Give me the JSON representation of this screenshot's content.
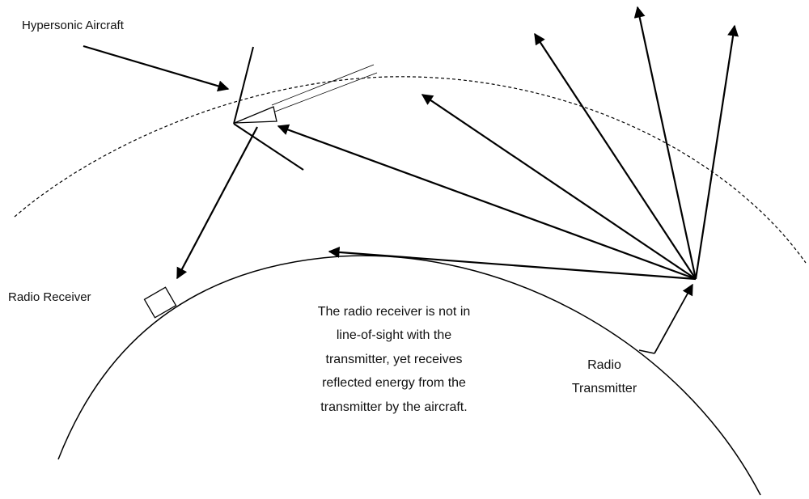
{
  "labels": {
    "aircraft": "Hypersonic Aircraft",
    "receiver": "Radio Receiver",
    "transmitter_line1": "Radio",
    "transmitter_line2": "Transmitter"
  },
  "caption": {
    "line1": "The radio receiver is not in",
    "line2": "line-of-sight with the",
    "line3": "transmitter, yet receives",
    "line4": "reflected energy from the",
    "line5": "transmitter by the aircraft."
  },
  "colors": {
    "stroke": "#000000",
    "background": "#ffffff"
  }
}
